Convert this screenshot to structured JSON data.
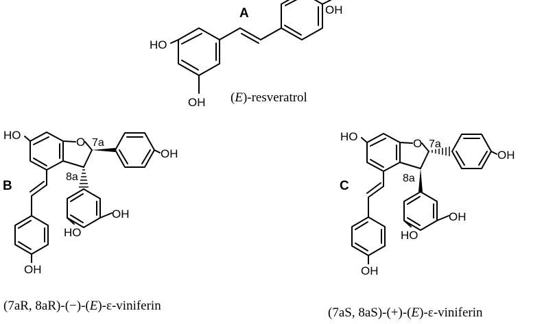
{
  "panels": [
    {
      "letter": "A",
      "caption": {
        "prefix": "(",
        "italic": "E",
        "suffix": ")-resveratrol"
      },
      "atoms": {
        "oh_left": "HO",
        "oh_right": "OH",
        "oh_bottom": "OH"
      }
    },
    {
      "letter": "B",
      "caption": {
        "prefix": "(7aR, 8aR)-(−)-(",
        "italic": "E",
        "suffix": ")-ε-viniferin"
      },
      "atoms": {
        "oh_a": "HO",
        "ring_o": "O",
        "oh_b": "OH",
        "oh_c": "HO",
        "oh_d": "OH",
        "oh_e": "OH"
      },
      "locants": {
        "c7a": "7a",
        "c8a": "8a"
      }
    },
    {
      "letter": "C",
      "caption": {
        "prefix": "(7aS, 8aS)-(+)-(",
        "italic": "E",
        "suffix": ")-ε-viniferin"
      },
      "atoms": {
        "oh_a": "HO",
        "ring_o": "O",
        "oh_b": "OH",
        "oh_c": "HO",
        "oh_d": "OH",
        "oh_e": "OH"
      },
      "locants": {
        "c7a": "7a",
        "c8a": "8a"
      }
    }
  ]
}
